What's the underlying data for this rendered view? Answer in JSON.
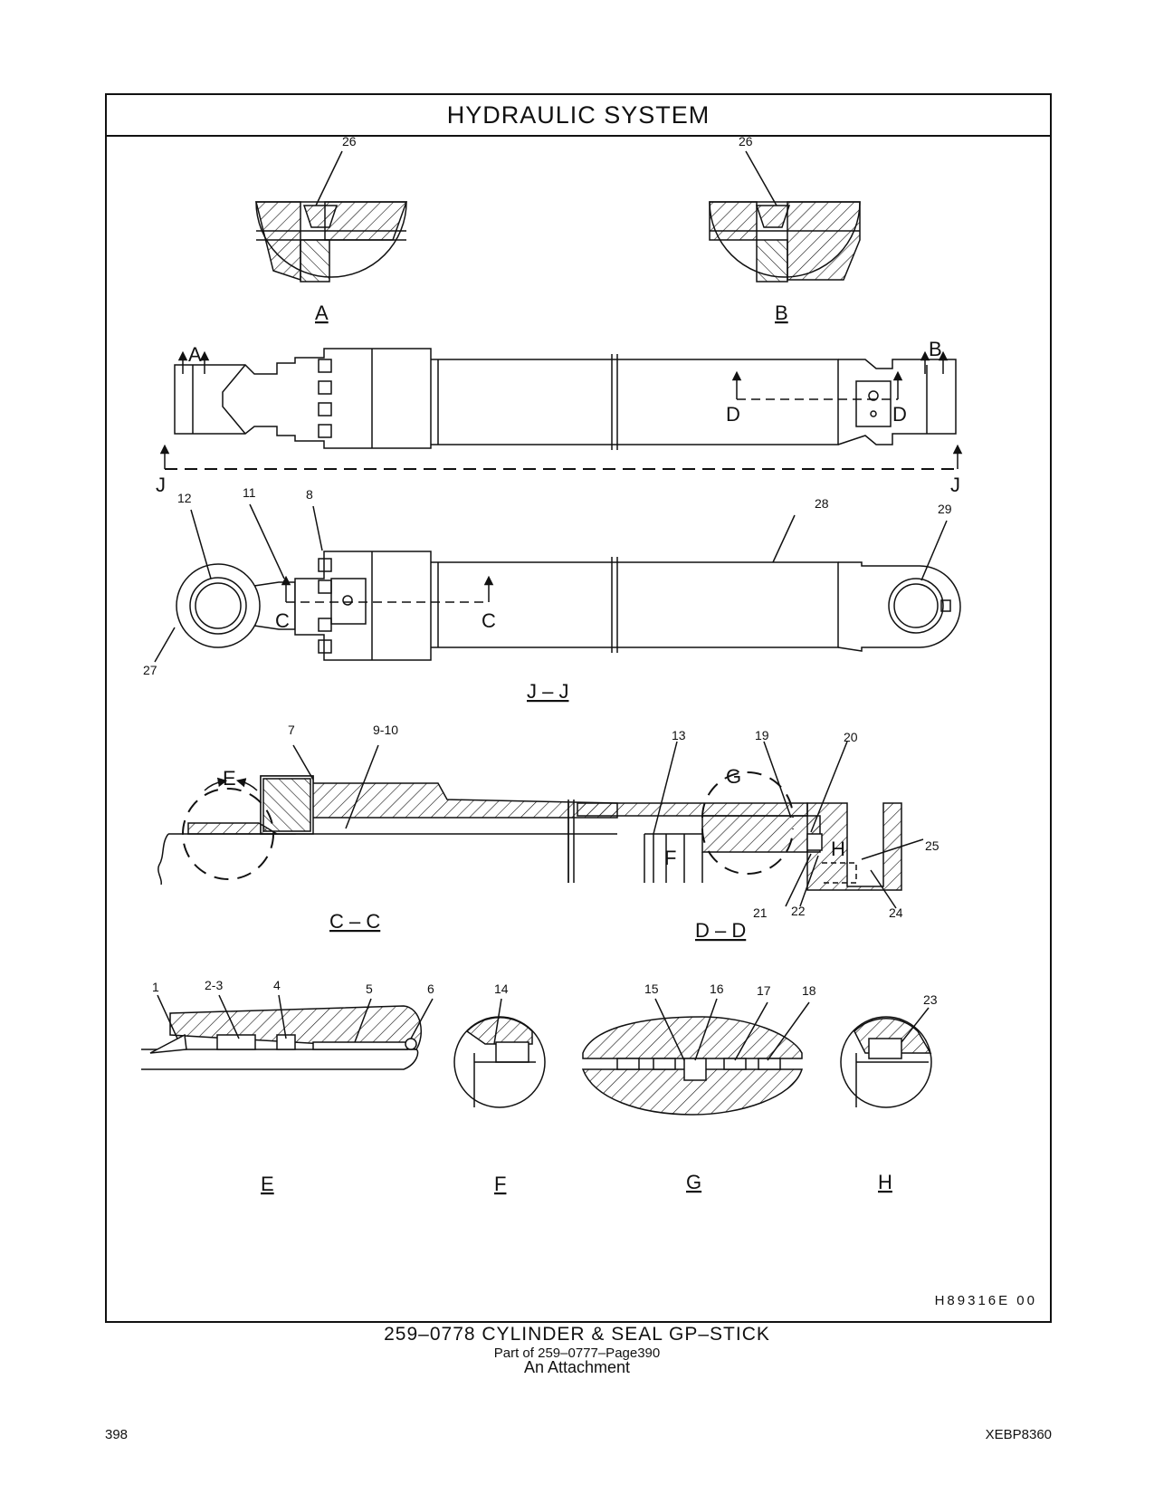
{
  "header": {
    "title": "HYDRAULIC   SYSTEM"
  },
  "views": {
    "A": "A",
    "B": "B",
    "JJ": "J – J",
    "CC": "C – C",
    "DD": "D – D",
    "E": "E",
    "F": "F",
    "G": "G",
    "H": "H"
  },
  "section_marks": {
    "A": "A",
    "B": "B",
    "C": "C",
    "D": "D",
    "E": "E",
    "F": "F",
    "G": "G",
    "H": "H",
    "J": "J"
  },
  "callouts": {
    "c1": "1",
    "c2_3": "2-3",
    "c4": "4",
    "c5": "5",
    "c6": "6",
    "c7": "7",
    "c8": "8",
    "c9_10": "9-10",
    "c11": "11",
    "c12": "12",
    "c13": "13",
    "c14": "14",
    "c15": "15",
    "c16": "16",
    "c17": "17",
    "c18": "18",
    "c19": "19",
    "c20": "20",
    "c21": "21",
    "c22": "22",
    "c23": "23",
    "c24": "24",
    "c25": "25",
    "c26": "26",
    "c27": "27",
    "c28": "28",
    "c29": "29"
  },
  "illustration_code": "H89316E   00",
  "caption": {
    "main": "259–0778   CYLINDER  &  SEAL  GP–STICK",
    "part_of": "Part of 259–0777–Page390",
    "attachment": "An Attachment"
  },
  "footer": {
    "page_number": "398",
    "doc_code": "XEBP8360"
  }
}
